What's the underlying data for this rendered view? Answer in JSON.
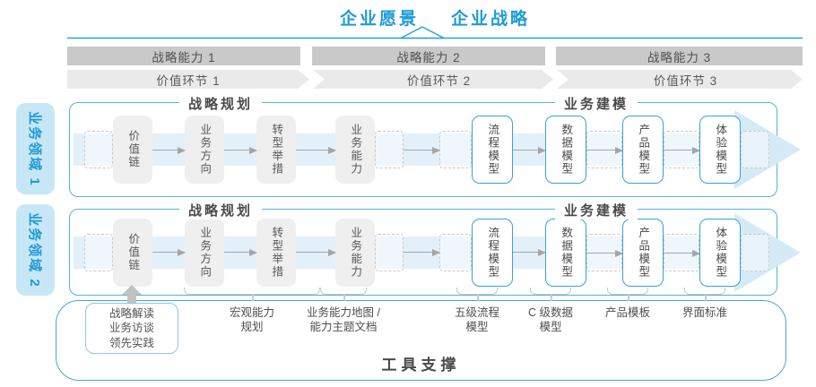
{
  "title": {
    "vision": "企业愿景",
    "strategy": "企业战略"
  },
  "strategic_capabilities": [
    "战略能力 1",
    "战略能力 2",
    "战略能力 3"
  ],
  "value_links": [
    "价值环节 1",
    "价值环节 2",
    "价值环节 3"
  ],
  "domains": [
    {
      "label": "业务领域 1"
    },
    {
      "label": "业务领域 2"
    }
  ],
  "row": {
    "planning_title": "战略规划",
    "modeling_title": "业务建模",
    "boxes": [
      {
        "label": "价值链",
        "type": "gray"
      },
      {
        "label": "业务方向",
        "type": "gray"
      },
      {
        "label": "转型举措",
        "type": "gray"
      },
      {
        "label": "业务能力",
        "type": "gray"
      },
      {
        "label": "流程模型",
        "type": "blue"
      },
      {
        "label": "数据模型",
        "type": "blue"
      },
      {
        "label": "产品模型",
        "type": "blue"
      },
      {
        "label": "体验模型",
        "type": "blue"
      }
    ]
  },
  "callouts": {
    "practice_lines": [
      "战略解读",
      "业务访谈",
      "领先实践"
    ],
    "labels": [
      {
        "lines": [
          "宏观能力",
          "规划"
        ]
      },
      {
        "lines": [
          "业务能力地图 /",
          "能力主题文档"
        ]
      },
      {
        "lines": [
          "五级流程",
          "模型"
        ]
      },
      {
        "lines": [
          "C 级数据",
          "模型"
        ]
      },
      {
        "lines": [
          "产品模板"
        ]
      },
      {
        "lines": [
          "界面标准"
        ]
      }
    ]
  },
  "footer": {
    "tool_support": "工具支撑"
  },
  "colors": {
    "accent_blue": "#1E9BD7",
    "row_border_blue": "#55B1DF",
    "domain_label_bg": "#C7E7F6",
    "capability_bar_gray": "#C9C9C9",
    "value_band_gray": "#EAEAEA",
    "box_gray": "#EFEFEF",
    "flow_arrow_gray": "#A5A5A5",
    "arrow_shaft_blue": "#E3F0FA",
    "arrowhead_blue": "#D5EAF7"
  }
}
